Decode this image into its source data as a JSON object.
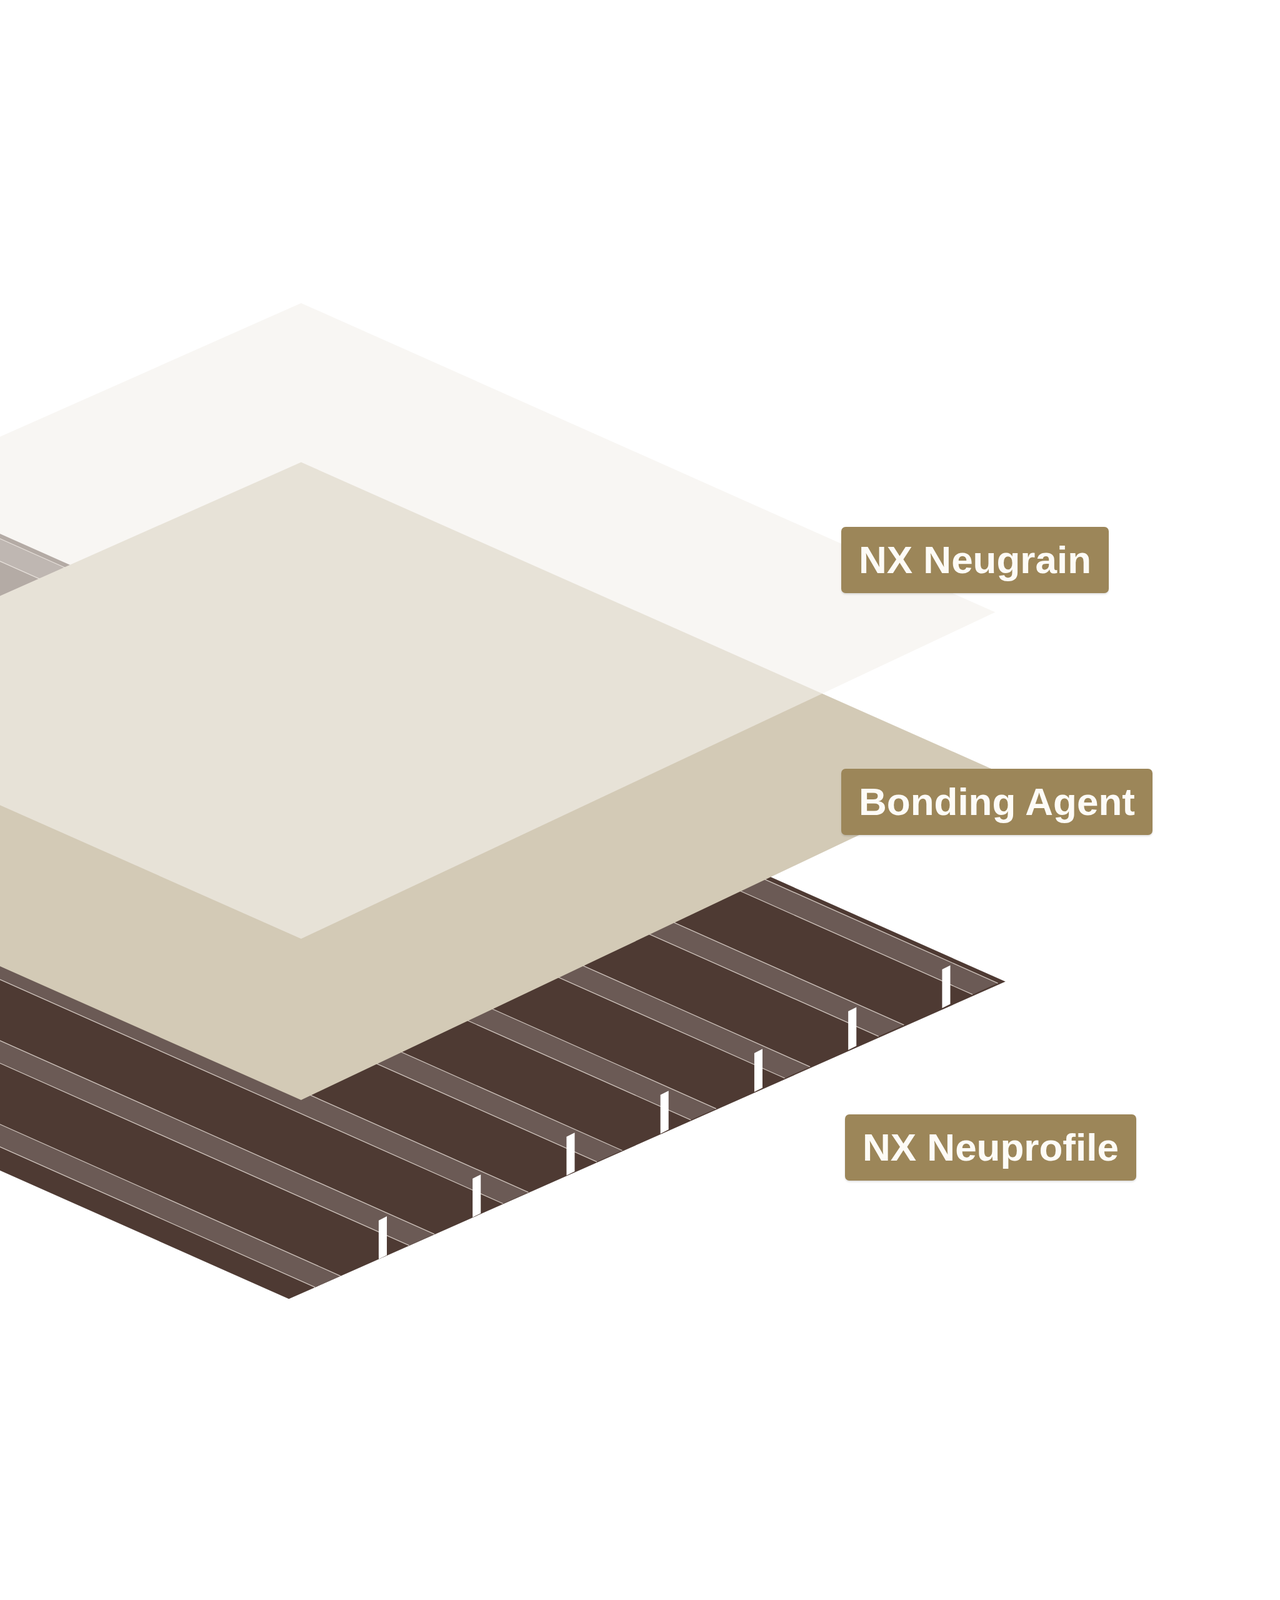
{
  "diagram": {
    "nodes": [
      {
        "text": [
          "NX Neugrain"
        ]
      },
      {
        "text": [
          "Bonding Agent"
        ]
      },
      {
        "text": [
          "NX Neuprofile"
        ]
      }
    ]
  }
}
